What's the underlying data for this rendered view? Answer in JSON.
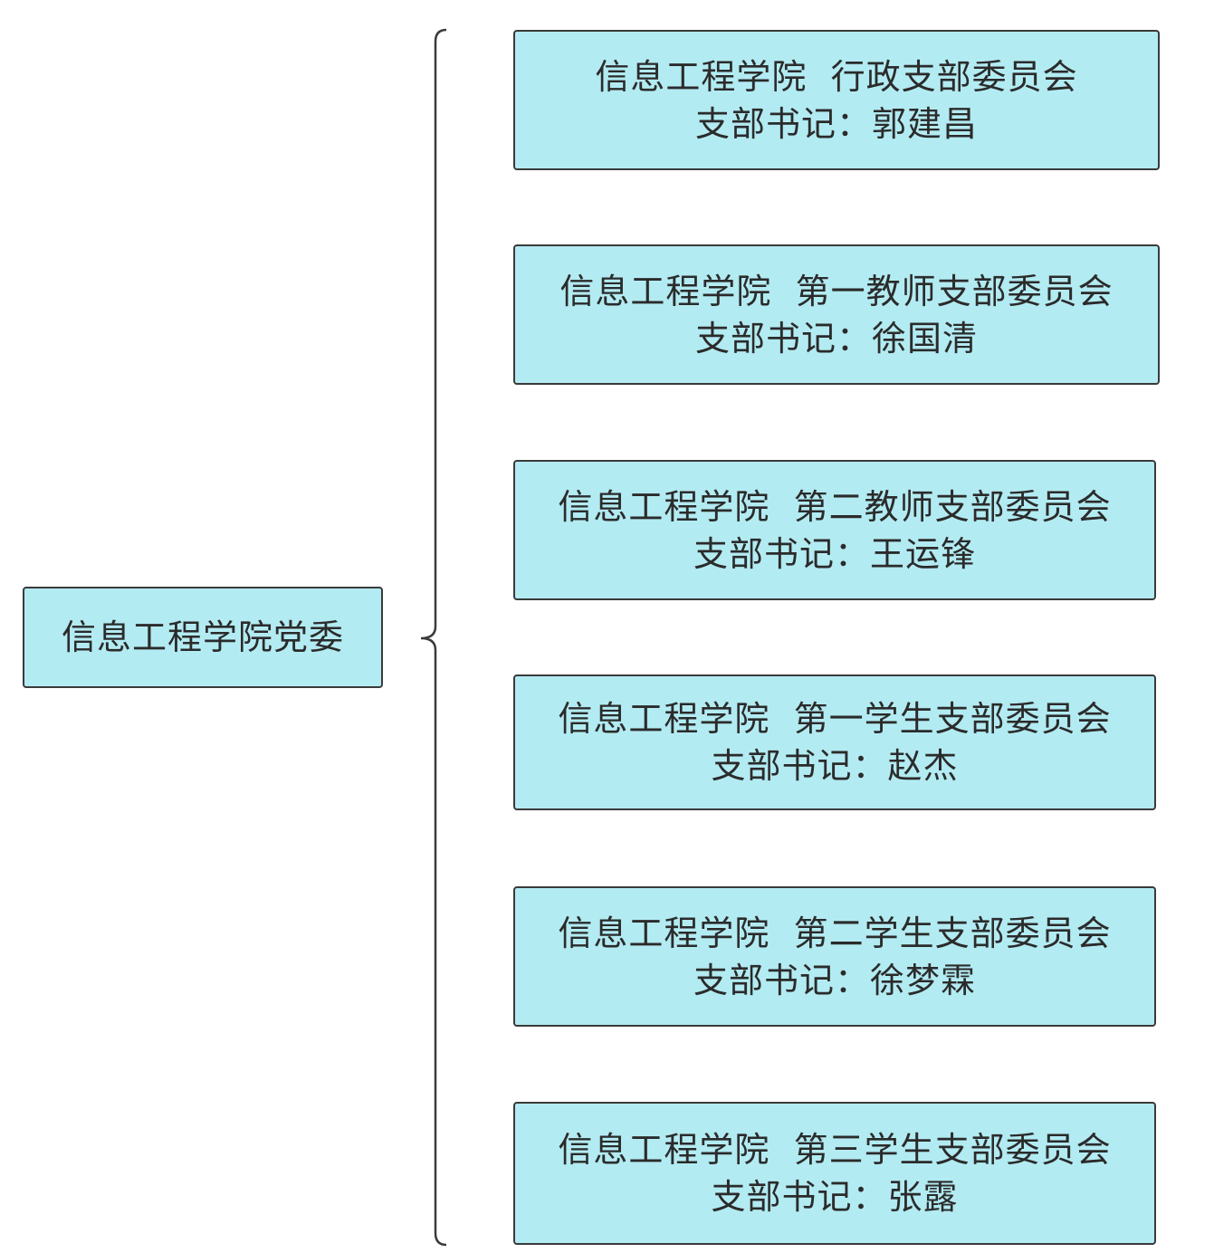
{
  "root": {
    "label": "信息工程学院党委"
  },
  "branches": [
    {
      "title": "信息工程学院  行政支部委员会",
      "secretary": "支部书记：郭建昌"
    },
    {
      "title": "信息工程学院  第一教师支部委员会",
      "secretary": "支部书记：徐国清"
    },
    {
      "title": "信息工程学院  第二教师支部委员会",
      "secretary": "支部书记：王运锋"
    },
    {
      "title": "信息工程学院  第一学生支部委员会",
      "secretary": "支部书记：赵杰"
    },
    {
      "title": "信息工程学院  第二学生支部委员会",
      "secretary": "支部书记：徐梦霖"
    },
    {
      "title": "信息工程学院  第三学生支部委员会",
      "secretary": "支部书记：张露"
    }
  ],
  "colors": {
    "node_fill": "#b3ebf2",
    "node_border": "#3a3a3a",
    "brace": "#3a3a3a"
  }
}
